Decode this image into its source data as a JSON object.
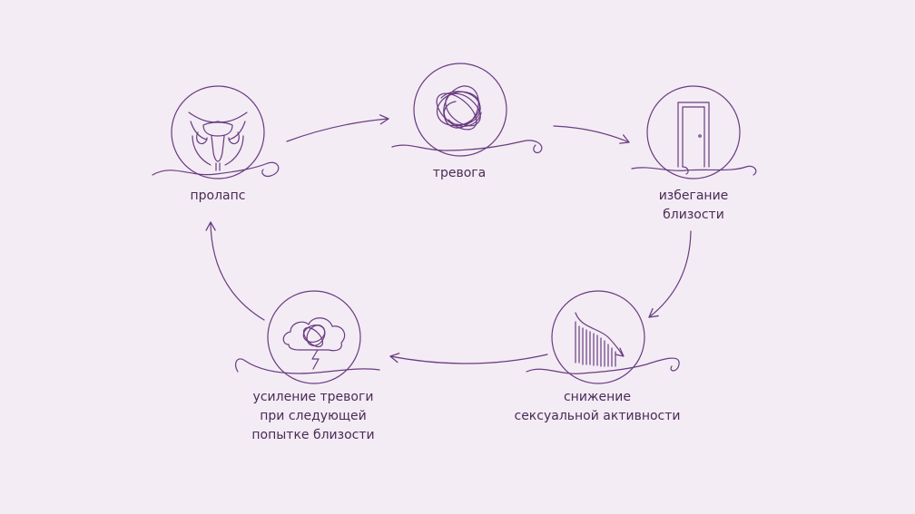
{
  "diagram": {
    "stroke_color": "#6a3b82",
    "nodes": [
      {
        "id": "prolapse",
        "icon": "pelvis-icon",
        "label": [
          "пролапс"
        ]
      },
      {
        "id": "anxiety",
        "icon": "tangle-icon",
        "label": [
          "тревога"
        ]
      },
      {
        "id": "avoidance",
        "icon": "door-icon",
        "label": [
          "избегание",
          "близости"
        ]
      },
      {
        "id": "decrease",
        "icon": "decline-chart-icon",
        "label": [
          "снижение",
          "сексуальной активности"
        ]
      },
      {
        "id": "increase",
        "icon": "storm-cloud-icon",
        "label": [
          "усиление тревоги",
          "при следующей",
          "попытке близости"
        ]
      }
    ]
  }
}
